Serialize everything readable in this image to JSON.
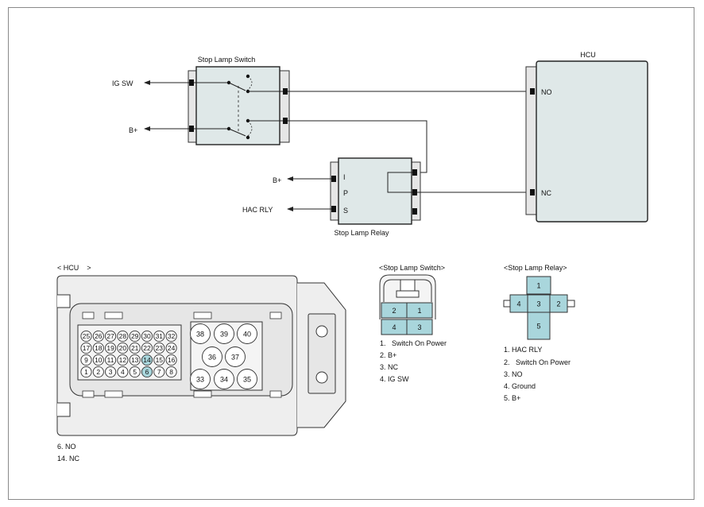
{
  "schematic": {
    "stop_lamp_switch": {
      "title": "Stop Lamp Switch"
    },
    "stop_lamp_relay": {
      "title": "Stop Lamp Relay",
      "pins": [
        "I",
        "P",
        "S"
      ]
    },
    "hcu": {
      "title": "HCU",
      "pin_no": "NO",
      "pin_nc": "NC"
    },
    "wires": {
      "ig_sw": "IG SW",
      "b_plus_1": "B+",
      "b_plus_2": "B+",
      "hac_rly": "HAC RLY"
    }
  },
  "connectors": {
    "hcu": {
      "title": "< HCU    >",
      "small_pins_rows": [
        [
          "25",
          "26",
          "27",
          "28",
          "29",
          "30",
          "31",
          "32"
        ],
        [
          "17",
          "18",
          "19",
          "20",
          "21",
          "22",
          "23",
          "24"
        ],
        [
          "9",
          "10",
          "11",
          "12",
          "13",
          "14",
          "15",
          "16"
        ],
        [
          "1",
          "2",
          "3",
          "4",
          "5",
          "6",
          "7",
          "8"
        ]
      ],
      "big_pins": [
        "38",
        "39",
        "40",
        "36",
        "37",
        "33",
        "34",
        "35"
      ],
      "highlighted": [
        "14",
        "6"
      ],
      "legend": [
        "6. NO",
        "14. NC"
      ]
    },
    "stop_lamp_switch": {
      "title": "<Stop Lamp Switch>",
      "pins": [
        "2",
        "1",
        "4",
        "3"
      ],
      "legend": [
        "1.   Switch On Power",
        "2. B+",
        "3. NC",
        "4. IG SW"
      ]
    },
    "stop_lamp_relay": {
      "title": "<Stop Lamp Relay>",
      "pins": [
        "1",
        "4",
        "3",
        "2",
        "5"
      ],
      "legend": [
        "1. HAC RLY",
        "2.   Switch On Power",
        "3. NO",
        "4. Ground",
        "5. B+"
      ]
    }
  },
  "colors": {
    "pin_fill": "#a9d6dc",
    "box_fill": "#e3ecec",
    "outline": "#333333",
    "connector_fill": "#eeeeee"
  }
}
